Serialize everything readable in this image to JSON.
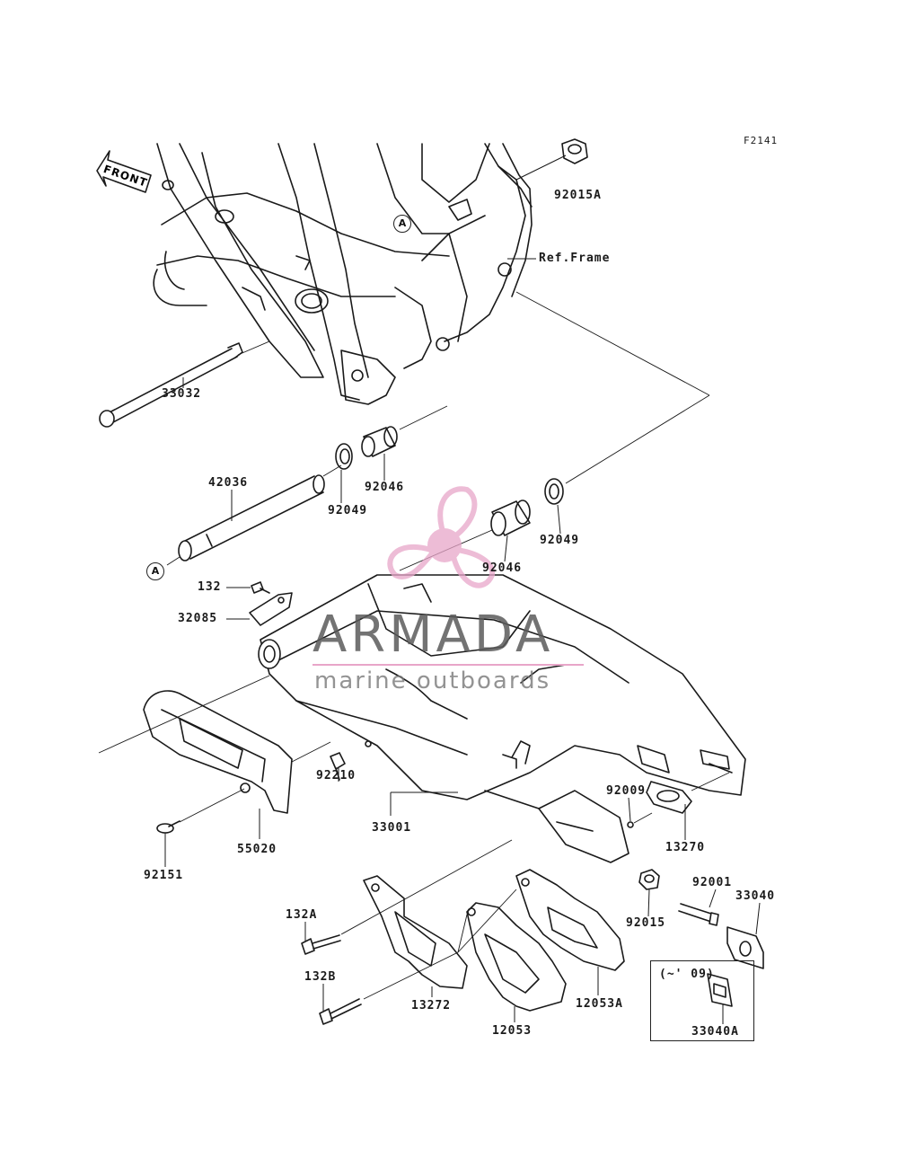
{
  "diagram_code": "F2141",
  "front_arrow_label": "FRONT",
  "ref_frame_label": "Ref.Frame",
  "marker_a": "A",
  "range_note": "(~' 09)",
  "watermark": {
    "title": "ARMADA",
    "subtitle": "marine outboards",
    "color": "#e8a6c9"
  },
  "parts": {
    "p92015A": "92015A",
    "p33032": "33032",
    "p42036": "42036",
    "p92049_left": "92049",
    "p92046_left": "92046",
    "p92049_right": "92049",
    "p92046_right": "92046",
    "p132": "132",
    "p32085": "32085",
    "p92210": "92210",
    "p33001": "33001",
    "p92151": "92151",
    "p55020": "55020",
    "p92009": "92009",
    "p13270": "13270",
    "p92001": "92001",
    "p33040": "33040",
    "p92015": "92015",
    "p132A": "132A",
    "p132B": "132B",
    "p13272": "13272",
    "p12053": "12053",
    "p12053A": "12053A",
    "p33040A": "33040A"
  }
}
